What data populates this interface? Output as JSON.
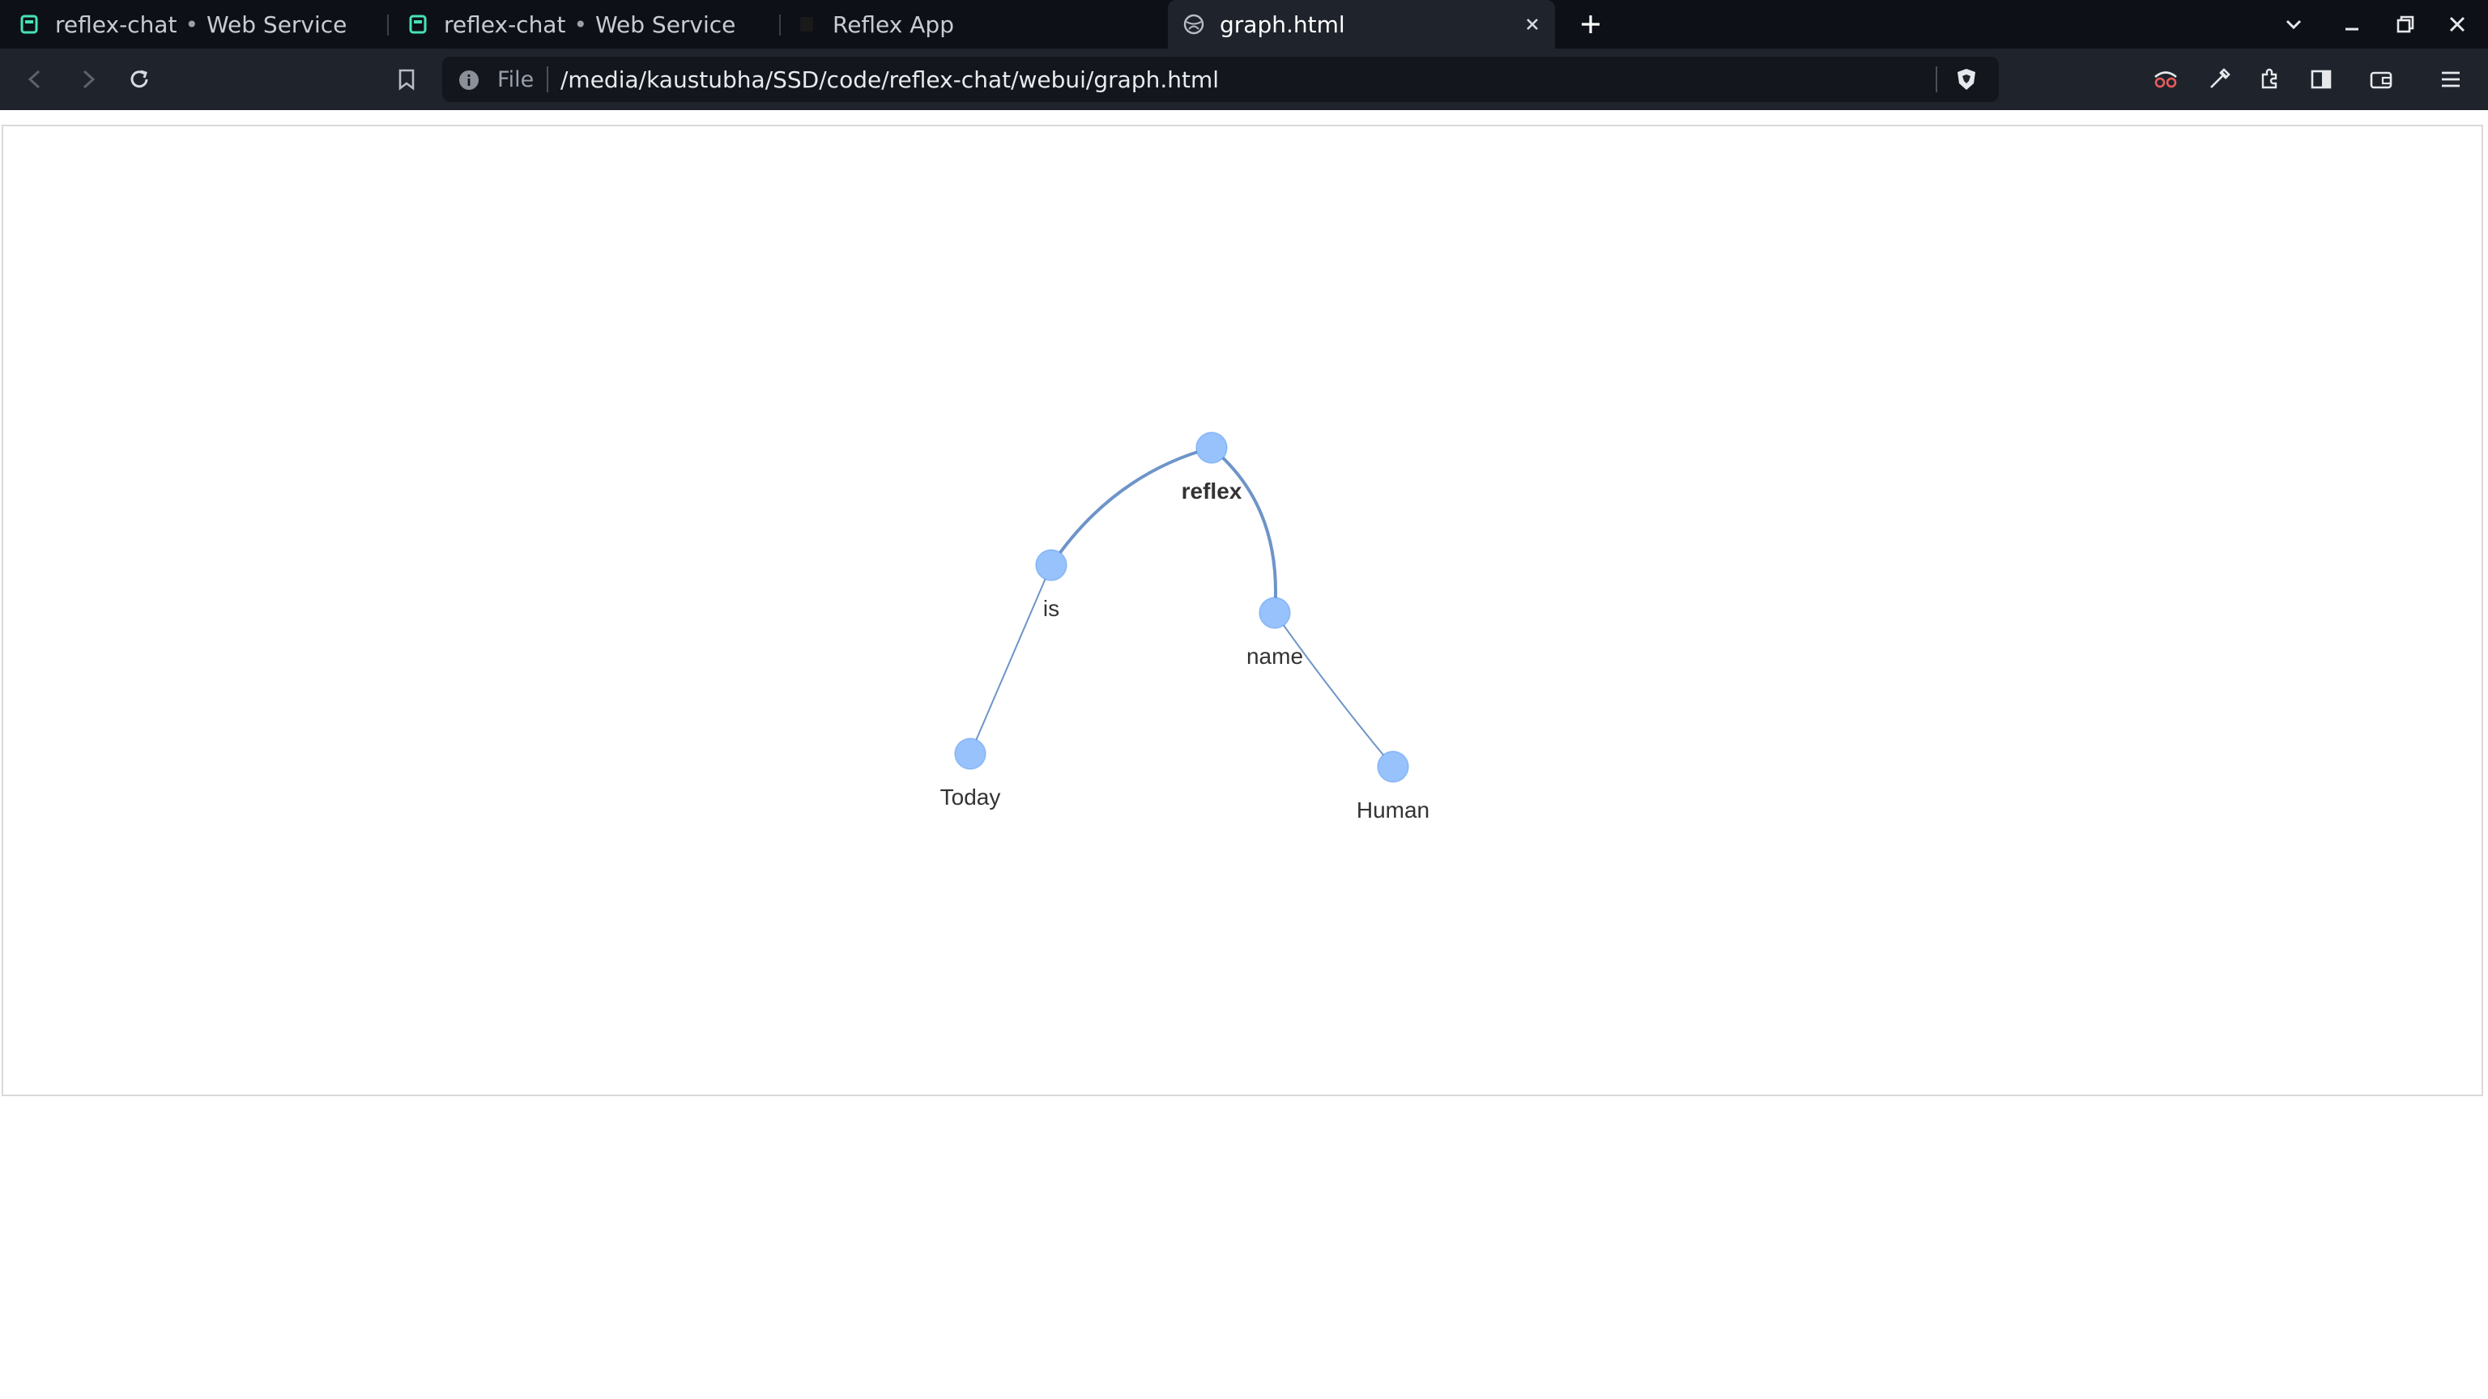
{
  "browser": {
    "tabs": [
      {
        "title": "reflex-chat",
        "subtitle": "Web Service",
        "icon": "render-icon",
        "active": false
      },
      {
        "title": "reflex-chat",
        "subtitle": "Web Service",
        "icon": "render-icon",
        "active": false
      },
      {
        "title": "Reflex App",
        "subtitle": "",
        "icon": "reflex-icon",
        "active": false
      },
      {
        "title": "graph.html",
        "subtitle": "",
        "icon": "globe-icon",
        "active": true
      }
    ],
    "address_bar": {
      "scheme_label": "File",
      "url": "/media/kaustubha/SSD/code/reflex-chat/webui/graph.html"
    }
  },
  "graph": {
    "nodes": [
      {
        "id": "reflex",
        "label": "reflex",
        "bold": true
      },
      {
        "id": "is",
        "label": "is",
        "bold": false
      },
      {
        "id": "name",
        "label": "name",
        "bold": false
      },
      {
        "id": "today",
        "label": "Today",
        "bold": false
      },
      {
        "id": "human",
        "label": "Human",
        "bold": false
      }
    ],
    "edges": [
      {
        "from": "reflex",
        "to": "is"
      },
      {
        "from": "reflex",
        "to": "name"
      },
      {
        "from": "is",
        "to": "today"
      },
      {
        "from": "name",
        "to": "human"
      }
    ],
    "colors": {
      "node_fill": "#97c2fc",
      "node_stroke": "#2b7ce9",
      "edge": "#6e94c9"
    }
  }
}
